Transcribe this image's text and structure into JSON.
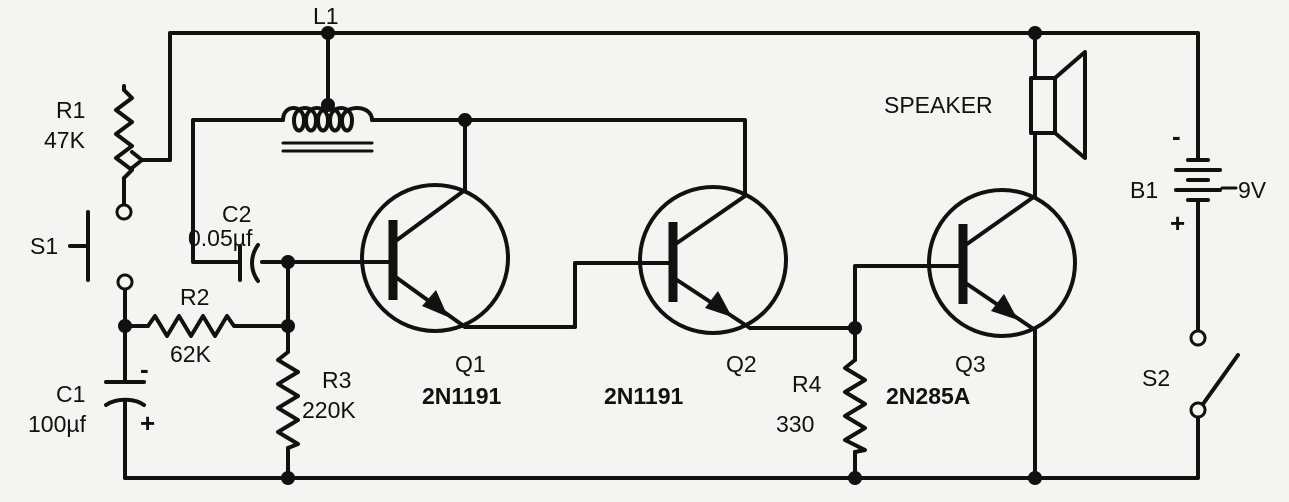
{
  "components": {
    "L1": {
      "ref": "L1"
    },
    "R1": {
      "ref": "R1",
      "value": "47K"
    },
    "C2": {
      "ref": "C2",
      "value": "0.05µf"
    },
    "S1": {
      "ref": "S1"
    },
    "R2": {
      "ref": "R2",
      "value": "62K"
    },
    "C1": {
      "ref": "C1",
      "value": "100µf",
      "minus": "-",
      "plus": "+"
    },
    "R3": {
      "ref": "R3",
      "value": "220K"
    },
    "Q1": {
      "ref": "Q1",
      "part": "2N1191"
    },
    "Q2": {
      "ref": "Q2",
      "part": "2N1191"
    },
    "R4": {
      "ref": "R4",
      "value": "330"
    },
    "Q3": {
      "ref": "Q3",
      "part": "2N285A"
    },
    "speaker": {
      "label": "SPEAKER"
    },
    "B1": {
      "ref": "B1",
      "value": "9V",
      "minus": "-",
      "plus": "+"
    },
    "S2": {
      "ref": "S2"
    }
  }
}
